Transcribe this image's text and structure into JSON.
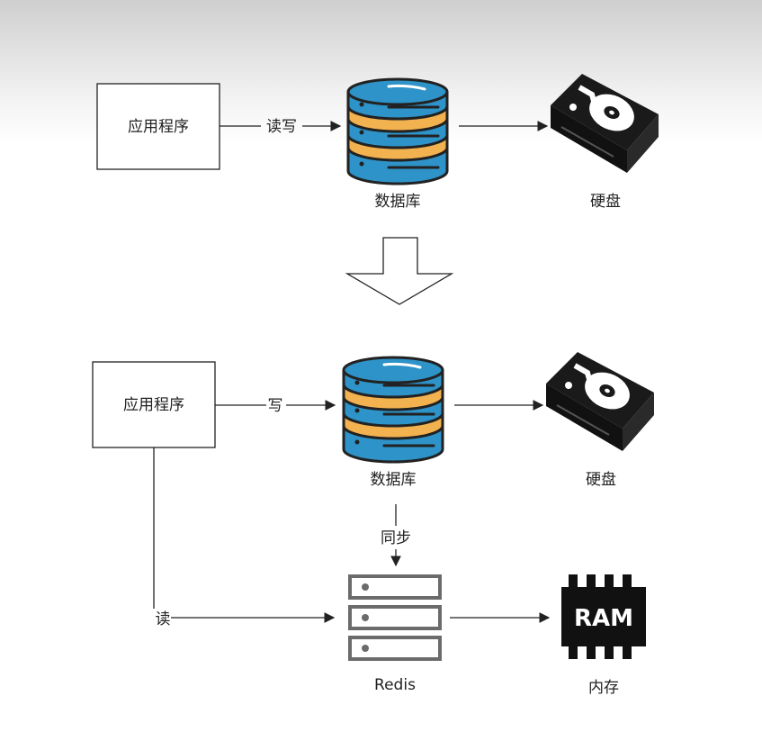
{
  "top": {
    "app_label": "应用程序",
    "rw_label": "读写",
    "db_label": "数据库",
    "disk_label": "硬盘"
  },
  "bottom": {
    "app_label": "应用程序",
    "write_label": "写",
    "read_label": "读",
    "db_label": "数据库",
    "disk_label": "硬盘",
    "sync_label": "同步",
    "redis_label": "Redis",
    "memory_label": "内存",
    "ram_chip_text": "RAM"
  },
  "colors": {
    "db_blue": "#2e93c8",
    "db_orange": "#f2b24f",
    "outline": "#222222",
    "server_gray": "#6b6b6b"
  },
  "icons": [
    "database-icon",
    "hard-disk-icon",
    "server-icon",
    "ram-chip-icon",
    "down-arrow-icon"
  ]
}
